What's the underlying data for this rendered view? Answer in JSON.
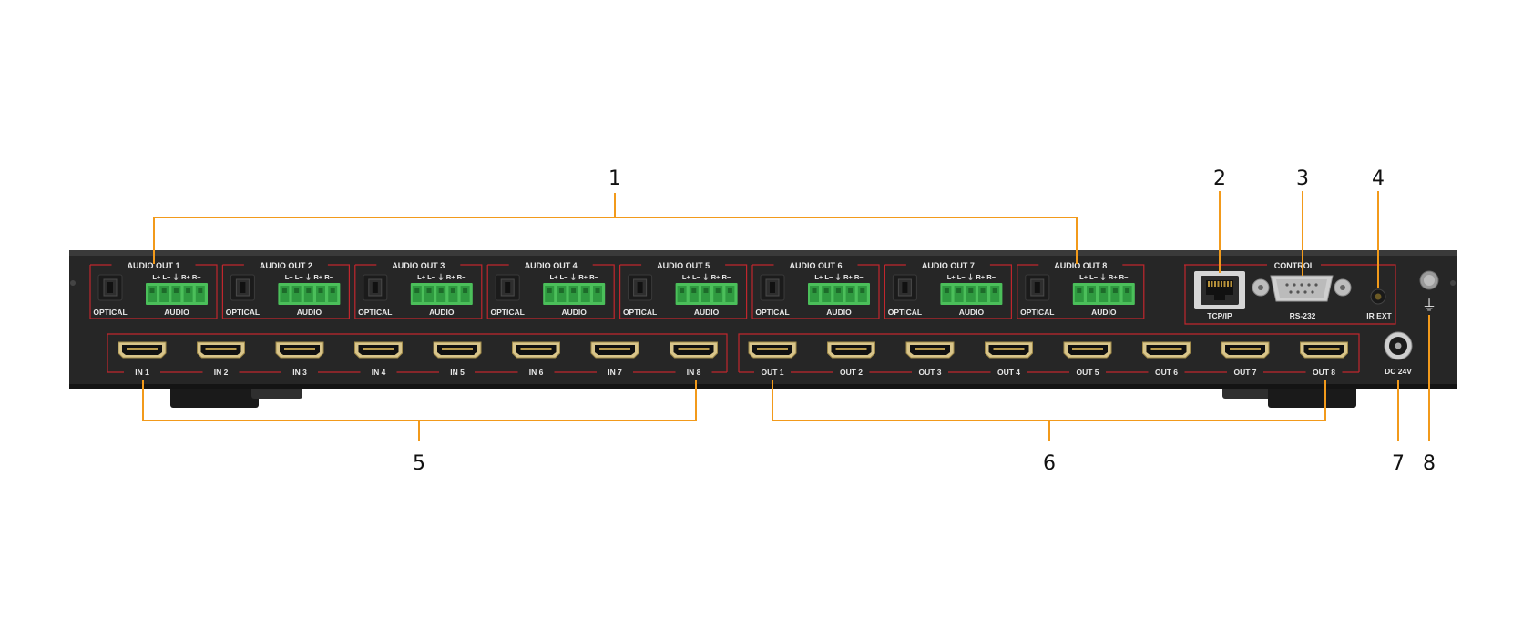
{
  "callouts": [
    "1",
    "2",
    "3",
    "4",
    "5",
    "6",
    "7",
    "8"
  ],
  "audio_outputs": [
    {
      "label": "AUDIO OUT 1"
    },
    {
      "label": "AUDIO OUT 2"
    },
    {
      "label": "AUDIO OUT 3"
    },
    {
      "label": "AUDIO OUT 4"
    },
    {
      "label": "AUDIO OUT 5"
    },
    {
      "label": "AUDIO OUT 6"
    },
    {
      "label": "AUDIO OUT 7"
    },
    {
      "label": "AUDIO OUT 8"
    }
  ],
  "audio_pins": "L+ L− ⏚ R+ R−",
  "optical_label": "OPTICAL",
  "audio_label": "AUDIO",
  "control": {
    "title": "CONTROL",
    "tcpip": "TCP/IP",
    "rs232": "RS-232",
    "ir_ext": "IR EXT"
  },
  "hdmi_inputs": [
    "IN 1",
    "IN 2",
    "IN 3",
    "IN 4",
    "IN 5",
    "IN 6",
    "IN 7",
    "IN 8"
  ],
  "hdmi_outputs": [
    "OUT 1",
    "OUT 2",
    "OUT 3",
    "OUT 4",
    "OUT 5",
    "OUT 6",
    "OUT 7",
    "OUT 8"
  ],
  "power_label": "DC 24V",
  "ground_symbol": "⏚",
  "colors": {
    "callout_line": "#f29a1b",
    "panel": "#2a2a2a",
    "section_border": "#c0262d",
    "terminal": "#4bbf5a"
  }
}
